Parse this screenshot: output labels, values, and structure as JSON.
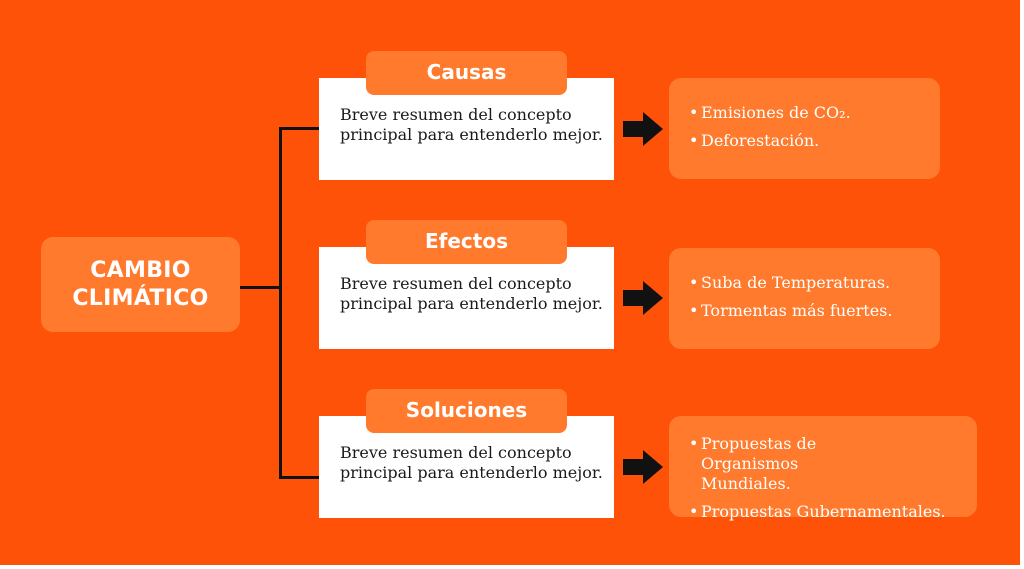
{
  "root": {
    "title": "CAMBIO\nCLIMÁTICO"
  },
  "colors": {
    "background": "#fe5209",
    "box_fill": "#ff7a2c",
    "summary_fill": "#ffffff",
    "connector": "#111111",
    "text_light": "#ffffff",
    "text_dark": "#1a1a1a"
  },
  "branches": [
    {
      "title": "Causas",
      "summary": "Breve resumen del concepto principal para entenderlo mejor.",
      "bullets": [
        "Emisiones de CO₂.",
        "Deforestación."
      ]
    },
    {
      "title": "Efectos",
      "summary": "Breve resumen del concepto principal para entenderlo mejor.",
      "bullets": [
        "Suba de Temperaturas.",
        "Tormentas más fuertes."
      ]
    },
    {
      "title": "Soluciones",
      "summary": "Breve resumen del concepto principal para entenderlo mejor.",
      "bullets": [
        "Propuestas de Organismos Mundiales.",
        "Propuestas Gubernamentales."
      ]
    }
  ],
  "icons": {
    "arrow": "right-arrow-icon"
  }
}
